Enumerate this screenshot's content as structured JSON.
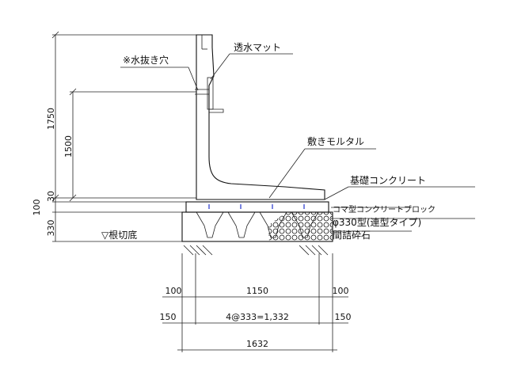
{
  "labels": {
    "drain_hole": "※水抜き穴",
    "mat": "透水マット",
    "mortar": "敷きモルタル",
    "base_concrete": "基礎コンクリート",
    "koma_block": "コマ型コンクリートブロック",
    "phi330": "φ330型(連型タイプ)",
    "gravel": "間詰砕石",
    "excavation": "▽根切底"
  },
  "dims": {
    "h1750": "1750",
    "h1500": "1500",
    "h30": "30",
    "h100": "100",
    "h330": "330",
    "w100_left": "100",
    "w1150": "1150",
    "w100_right": "100",
    "w150_left": "150",
    "w_4at333": "4@333=1,332",
    "w150_right": "150",
    "w1632": "1632"
  },
  "colors": {
    "line": "#111111",
    "accent_ticks": "#2233cc",
    "background": "#ffffff"
  }
}
